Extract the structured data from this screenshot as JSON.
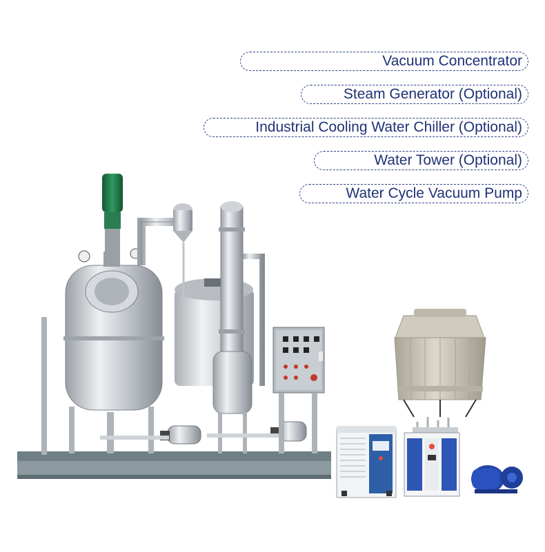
{
  "labels": [
    "Vacuum Concentrator",
    "Steam Generator (Optional)",
    "Industrial Cooling Water Chiller (Optional)",
    "Water Tower (Optional)",
    "Water Cycle Vacuum Pump"
  ],
  "colors": {
    "label_text": "#1f3275",
    "label_border": "#2b3f86",
    "steel": "#c9ccd1",
    "steel_dark": "#8f959c",
    "motor_green": "#1f7a4a",
    "frame": "#7a8a90",
    "tower": "#c8c4b6",
    "chiller_blue": "#2c5fa8",
    "pump_blue": "#2446a8"
  }
}
